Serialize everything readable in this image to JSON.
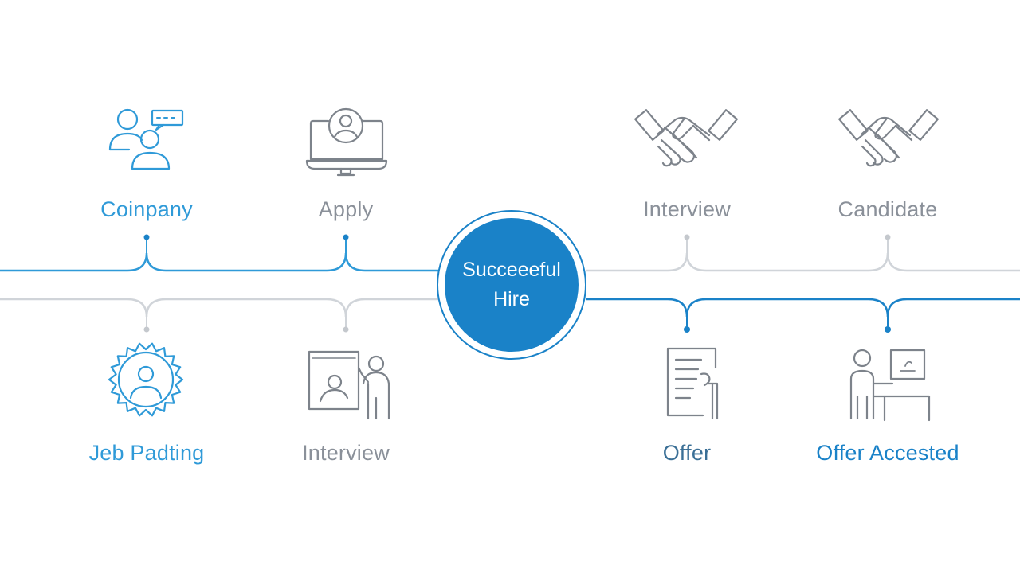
{
  "colors": {
    "accent": "#1a82c8",
    "accent_light": "#2f9ad8",
    "muted": "#8a9099",
    "icon_gray": "#7d838b",
    "line_gray": "#d0d4d9"
  },
  "hub": {
    "line1": "Succeeeful",
    "line2": "Hire"
  },
  "top_steps": [
    {
      "label": "Coinpany",
      "icon": "team-chat-icon",
      "tone": "blue"
    },
    {
      "label": "Apply",
      "icon": "monitor-user-icon",
      "tone": "gray"
    },
    {
      "label": "Interview",
      "icon": "handshake-icon",
      "tone": "gray"
    },
    {
      "label": "Candidate",
      "icon": "handshake-icon",
      "tone": "gray"
    }
  ],
  "bottom_steps": [
    {
      "label": "Jeb Padting",
      "icon": "gear-user-icon",
      "tone": "blue"
    },
    {
      "label": "Interview",
      "icon": "presentation-icon",
      "tone": "gray"
    },
    {
      "label": "Offer",
      "icon": "document-icon",
      "tone": "blue-dark"
    },
    {
      "label": "Offer Accested",
      "icon": "desk-worker-icon",
      "tone": "blue"
    }
  ]
}
